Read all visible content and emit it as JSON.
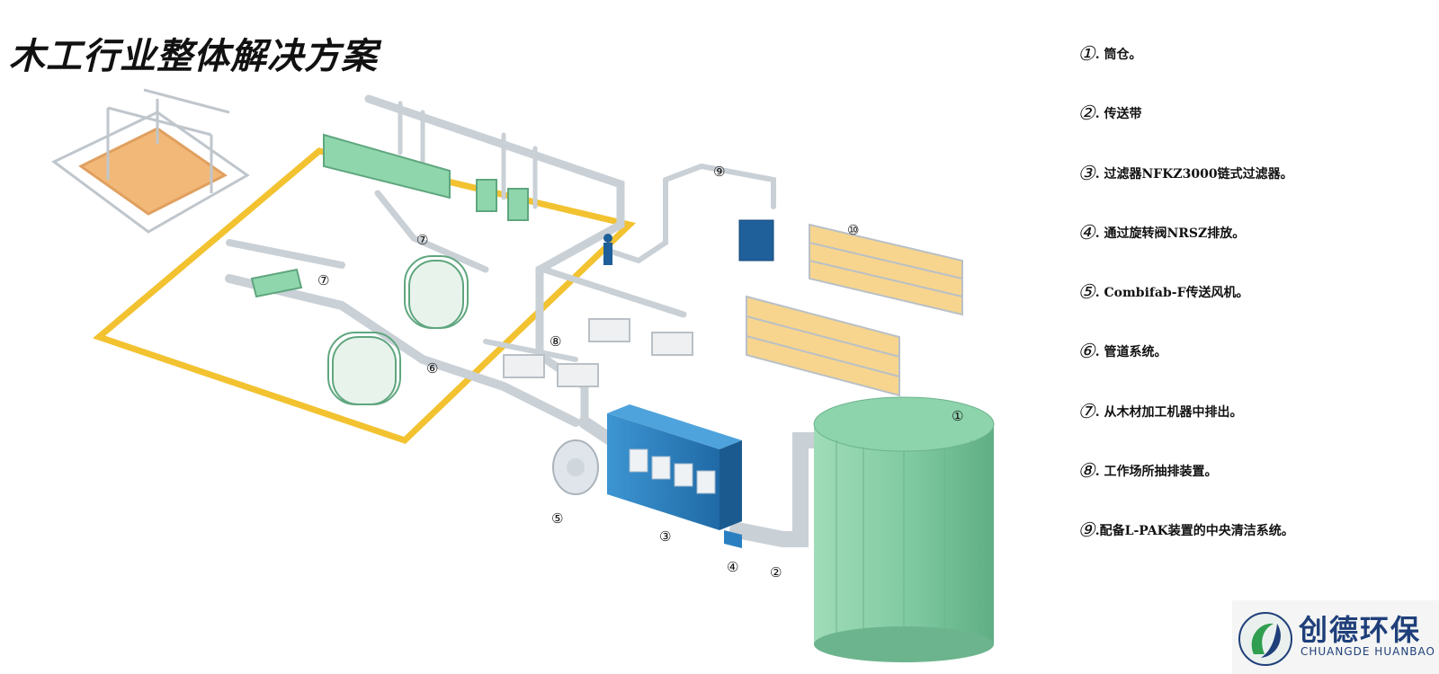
{
  "title": "木工行业整体解决方案",
  "legend": [
    {
      "num": "①",
      "text": ". 筒仓。"
    },
    {
      "num": "②",
      "text": ". 传送带"
    },
    {
      "num": "③",
      "text": ". 过滤器NFKZ3000链式过滤器。"
    },
    {
      "num": "④",
      "text": ". 通过旋转阀NRSZ排放。"
    },
    {
      "num": "⑤",
      "text": ". Combifab-F传送风机。"
    },
    {
      "num": "⑥",
      "text": ". 管道系统。"
    },
    {
      "num": "⑦",
      "text": ". 从木材加工机器中排出。"
    },
    {
      "num": "⑧",
      "text": ". 工作场所抽排装置。"
    },
    {
      "num": "⑨",
      "text": ".配备L-PAK装置的中央清洁系统。"
    }
  ],
  "callouts": {
    "c1": "①",
    "c2": "②",
    "c3": "③",
    "c4": "④",
    "c5": "⑤",
    "c6": "⑥",
    "c7a": "⑦",
    "c7b": "⑦",
    "c8": "⑧",
    "c9": "⑨",
    "c10": "⑩"
  },
  "logo": {
    "name_cn": "创德环保",
    "name_en": "CHUANGDE HUANBAO"
  },
  "colors": {
    "machine_green": "#8fd6ad",
    "silo_green": "#7fc9a0",
    "filter_blue": "#2a7fc0",
    "duct_gray": "#c9d0d6",
    "floor_yellow": "#f2c230",
    "shelf_orange": "#f3c46a",
    "logo_blue": "#1f3f7a",
    "logo_green": "#2f9e4f"
  }
}
